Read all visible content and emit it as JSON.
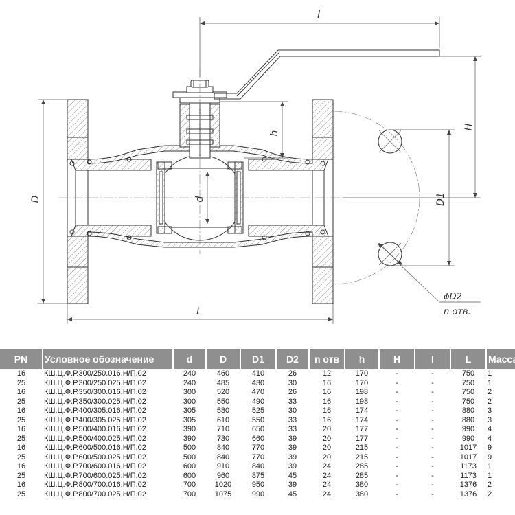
{
  "drawing": {
    "labels": {
      "l": "l",
      "H": "H",
      "h": "h",
      "D": "D",
      "D1": "D1",
      "d": "d",
      "L": "L",
      "D2": "ϕD2",
      "n": "n отв."
    }
  },
  "table": {
    "headers": [
      "PN",
      "Условное обозначение",
      "d",
      "D",
      "D1",
      "D2",
      "n отв",
      "h",
      "H",
      "l",
      "L",
      "Масса"
    ],
    "rows": [
      [
        "16",
        "КШ.Ц.Ф.Р.300/250.016.Н/П.02",
        "240",
        "460",
        "410",
        "26",
        "12",
        "170",
        "-",
        "-",
        "750",
        "1"
      ],
      [
        "25",
        "КШ.Ц.Ф.Р.300/250.025.Н/П.02",
        "240",
        "485",
        "430",
        "30",
        "16",
        "170",
        "-",
        "-",
        "750",
        "1"
      ],
      [
        "16",
        "КШ.Ц.Ф.Р.350/300.016.Н/П.02",
        "300",
        "520",
        "470",
        "26",
        "16",
        "198",
        "-",
        "-",
        "750",
        "2"
      ],
      [
        "25",
        "КШ.Ц.Ф.Р.350/300.025.Н/П.02",
        "300",
        "550",
        "490",
        "33",
        "16",
        "198",
        "-",
        "-",
        "750",
        "2"
      ],
      [
        "16",
        "КШ.Ц.Ф.Р.400/305.016.Н/П.02",
        "305",
        "580",
        "525",
        "30",
        "16",
        "174",
        "-",
        "-",
        "880",
        "3"
      ],
      [
        "25",
        "КШ.Ц.Ф.Р.400/305.025.Н/П.02",
        "305",
        "610",
        "550",
        "33",
        "16",
        "174",
        "-",
        "-",
        "880",
        "3"
      ],
      [
        "16",
        "КШ.Ц.Ф.Р.500/400.016.Н/П.02",
        "390",
        "710",
        "650",
        "33",
        "20",
        "177",
        "-",
        "-",
        "990",
        "4"
      ],
      [
        "25",
        "КШ.Ц.Ф.Р.500/400.025.Н/П.02",
        "390",
        "730",
        "660",
        "39",
        "20",
        "177",
        "-",
        "-",
        "990",
        "4"
      ],
      [
        "16",
        "КШ.Ц.Ф.Р.600/500.016.Н/П.02",
        "500",
        "840",
        "770",
        "39",
        "20",
        "215",
        "-",
        "-",
        "1017",
        "9"
      ],
      [
        "25",
        "КШ.Ц.Ф.Р.600/500.025.Н/П.02",
        "500",
        "840",
        "770",
        "39",
        "20",
        "215",
        "-",
        "-",
        "1017",
        "9"
      ],
      [
        "16",
        "КШ.Ц.Ф.Р.700/600.016.Н/П.02",
        "600",
        "910",
        "840",
        "39",
        "24",
        "285",
        "-",
        "-",
        "1173",
        "1"
      ],
      [
        "25",
        "КШ.Ц.Ф.Р.700/600.025.Н/П.02",
        "600",
        "960",
        "875",
        "45",
        "24",
        "285",
        "-",
        "-",
        "1173",
        "1"
      ],
      [
        "16",
        "КШ.Ц.Ф.Р.800/700.016.Н/П.02",
        "700",
        "1020",
        "950",
        "39",
        "24",
        "380",
        "-",
        "-",
        "1376",
        "2"
      ],
      [
        "25",
        "КШ.Ц.Ф.Р.800/700.025.Н/П.02",
        "700",
        "1075",
        "990",
        "45",
        "24",
        "380",
        "-",
        "-",
        "1376",
        "2"
      ]
    ]
  }
}
